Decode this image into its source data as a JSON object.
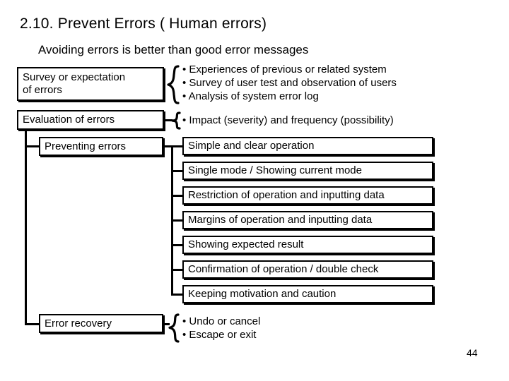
{
  "slide": {
    "title": "2.10. Prevent Errors ( Human errors)",
    "subtitle": "Avoiding errors is better than good error messages",
    "page_number": "44",
    "colors": {
      "background": "#ffffff",
      "foreground": "#000000"
    }
  },
  "nodes": {
    "survey": {
      "label": "Survey or expectation\nof errors",
      "bullets": [
        "• Experiences of previous or related system",
        "• Survey of user test and observation of users",
        "• Analysis of system error log"
      ]
    },
    "evaluation": {
      "label": "Evaluation of errors",
      "bullets": [
        "• Impact (severity)  and frequency (possibility)"
      ]
    },
    "preventing": {
      "label": "Preventing errors",
      "children": [
        "Simple and clear operation",
        "Single mode / Showing current mode",
        "Restriction of operation and inputting data",
        "Margins of operation and inputting data",
        "Showing expected result",
        "Confirmation of operation / double check",
        "Keeping motivation and caution"
      ]
    },
    "recovery": {
      "label": "Error recovery",
      "bullets": [
        "• Undo or cancel",
        "• Escape or exit"
      ]
    }
  }
}
